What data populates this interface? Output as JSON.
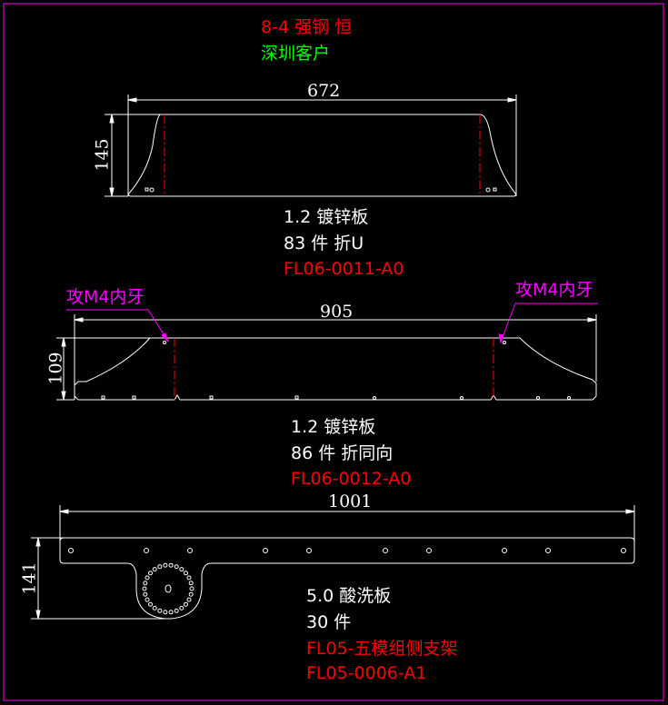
{
  "header": {
    "title": "8-4 强钢 恒",
    "customer": "深圳客户"
  },
  "parts": [
    {
      "width_dim": "672",
      "height_dim": "145",
      "material": "1.2 镀锌板",
      "quantity": "83 件 折U",
      "code": "FL06-0011-A0"
    },
    {
      "width_dim": "905",
      "height_dim": "109",
      "material": "1.2 镀锌板",
      "quantity": "86 件 折同向",
      "code": "FL06-0012-A0",
      "note_left": "攻M4内牙",
      "note_right": "攻M4内牙"
    },
    {
      "width_dim": "1001",
      "height_dim": "141",
      "material": "5.0 酸洗板",
      "quantity": "30 件",
      "name": "FL05-五模组侧支架",
      "code": "FL05-0006-A1"
    }
  ],
  "colors": {
    "background": "#000000",
    "frame": "#ff00ff",
    "outline": "#ffffff",
    "bend": "#ff0000",
    "note": "#ff00ff",
    "customer": "#00ff00"
  }
}
